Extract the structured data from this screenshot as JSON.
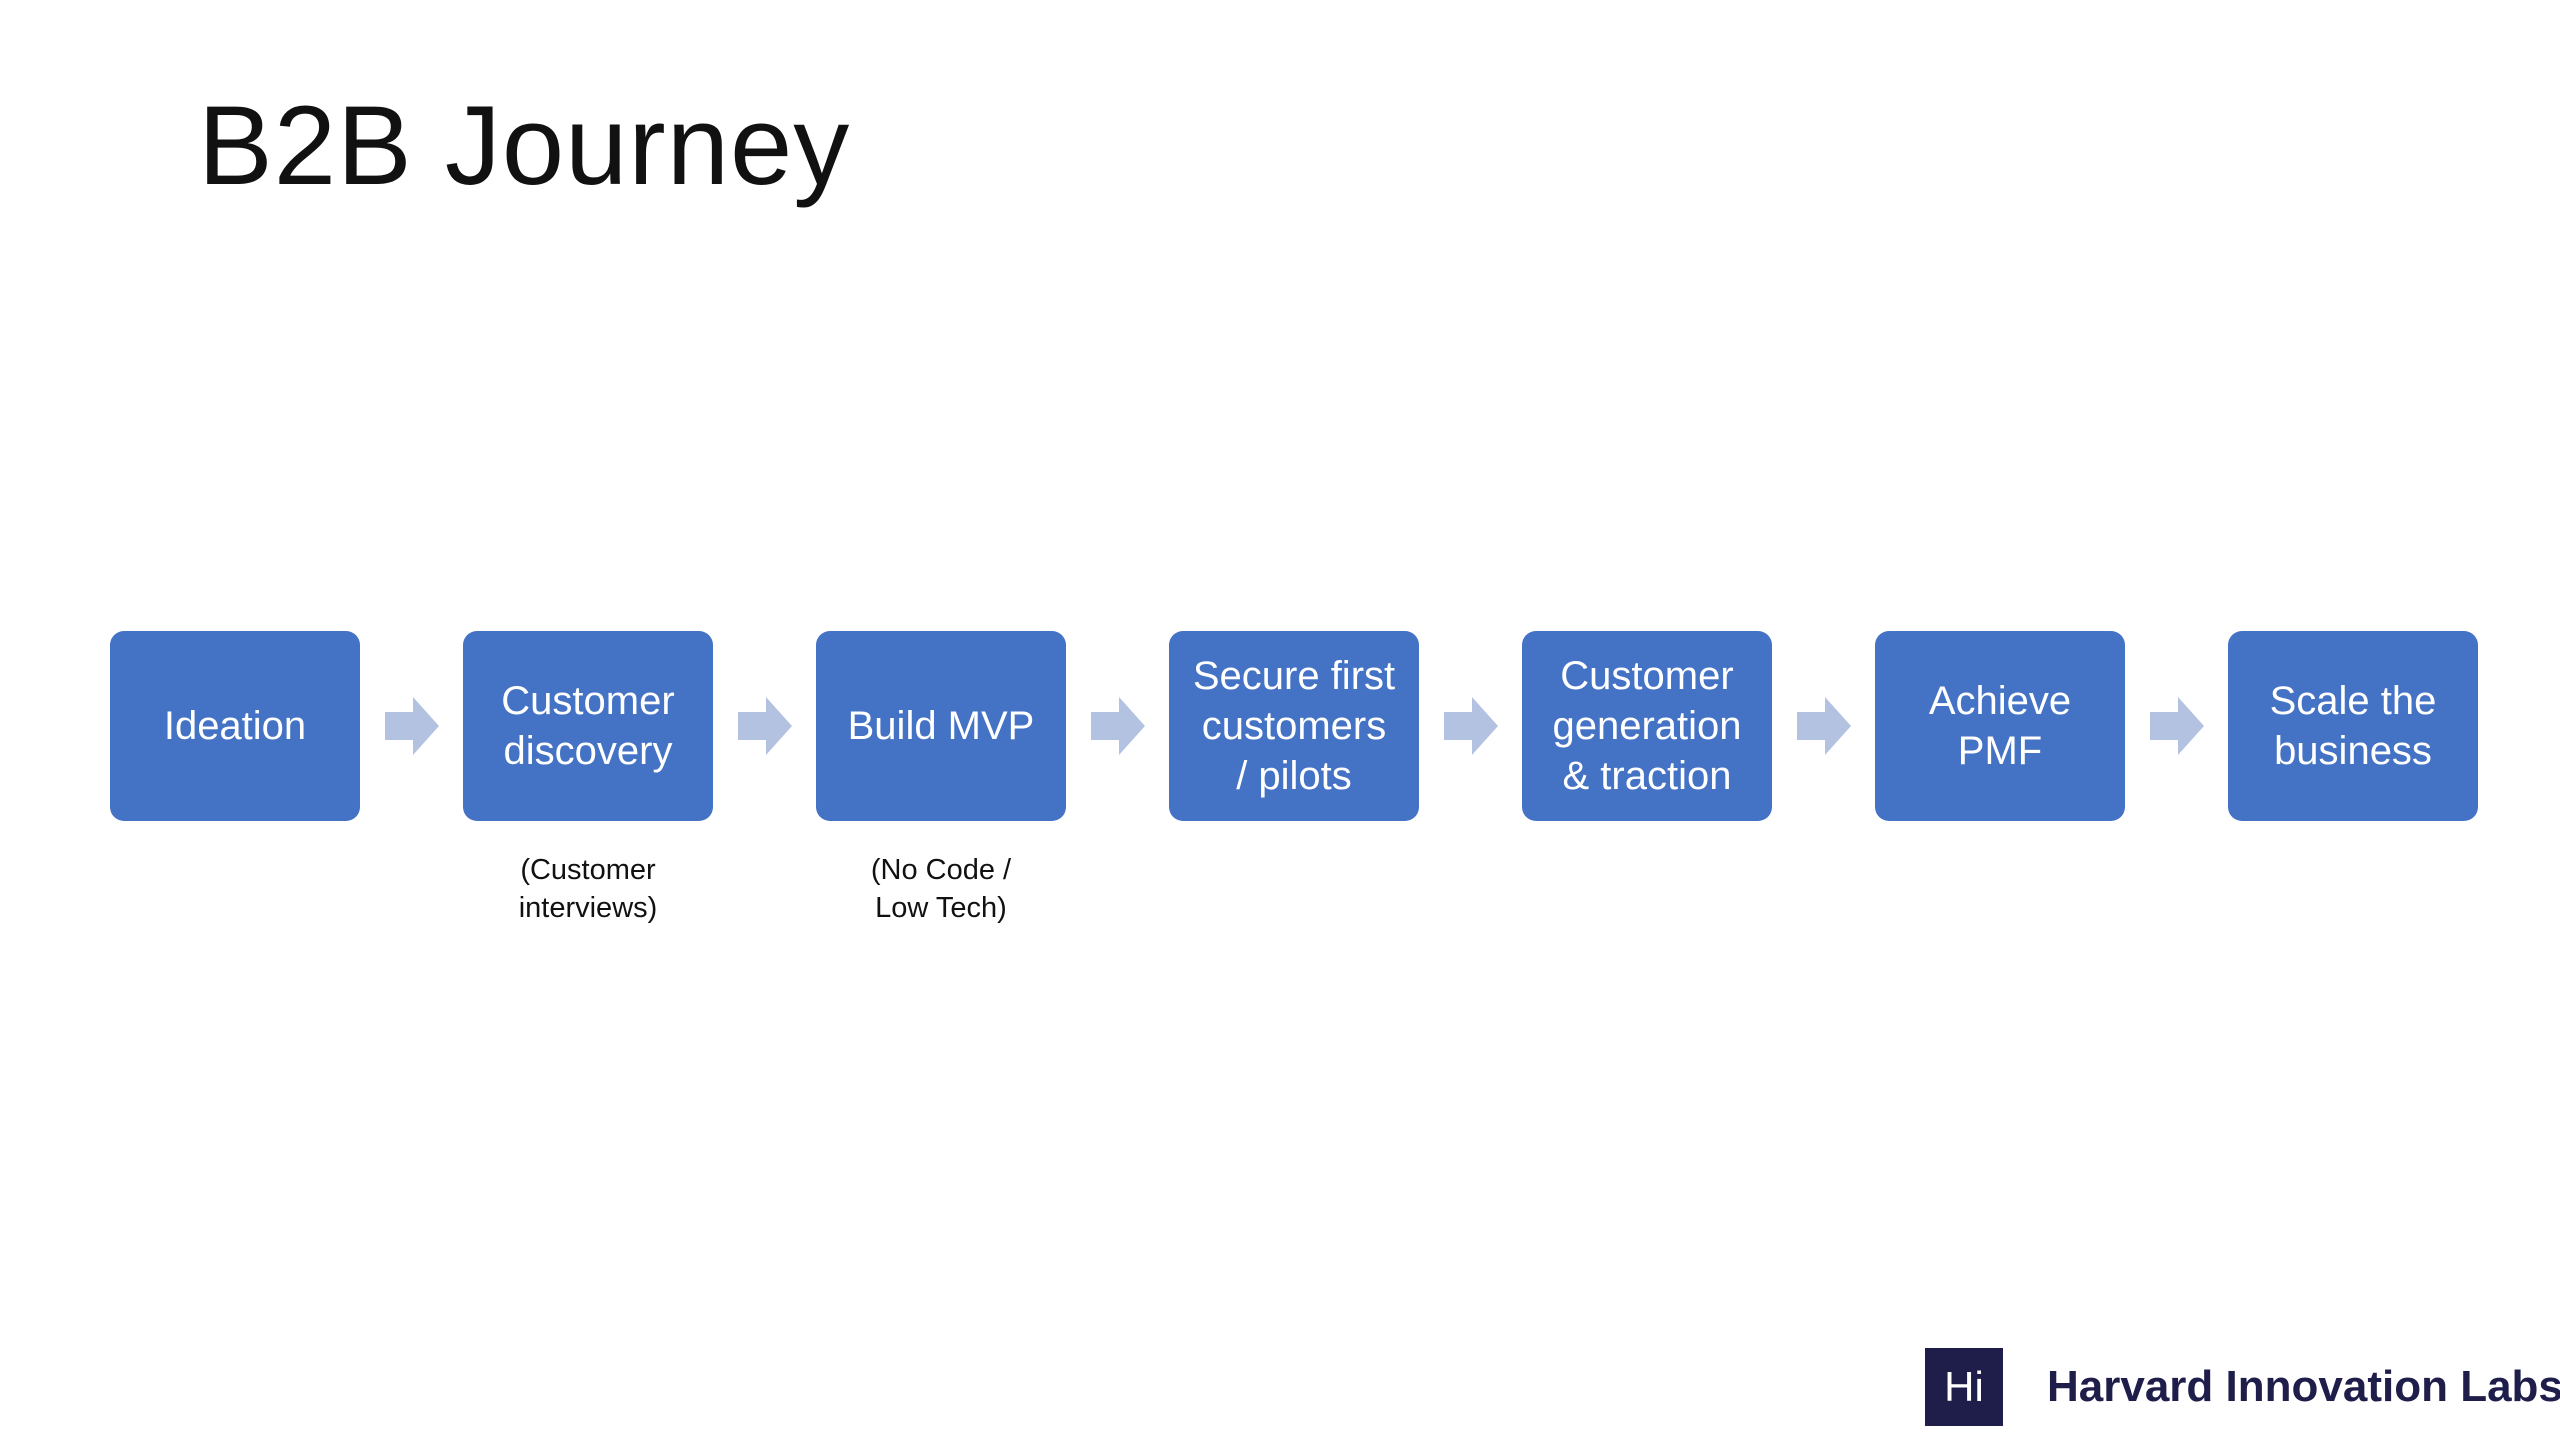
{
  "title": "B2B Journey",
  "colors": {
    "step_fill": "#4472c4",
    "arrow_fill": "#b4c2e2",
    "brand_dark": "#1f1d4a"
  },
  "icons": {
    "connector": "right-arrow-icon"
  },
  "steps": [
    {
      "label": "Ideation",
      "note": ""
    },
    {
      "label": "Customer\ndiscovery",
      "note": "(Customer\ninterviews)"
    },
    {
      "label": "Build MVP",
      "note": "(No Code /\nLow Tech)"
    },
    {
      "label": "Secure first\ncustomers\n/ pilots",
      "note": ""
    },
    {
      "label": "Customer\ngeneration\n& traction",
      "note": ""
    },
    {
      "label": "Achieve\nPMF",
      "note": ""
    },
    {
      "label": "Scale the\nbusiness",
      "note": ""
    }
  ],
  "brand": {
    "mark": "Hi",
    "name": "Harvard Innovation Labs"
  }
}
